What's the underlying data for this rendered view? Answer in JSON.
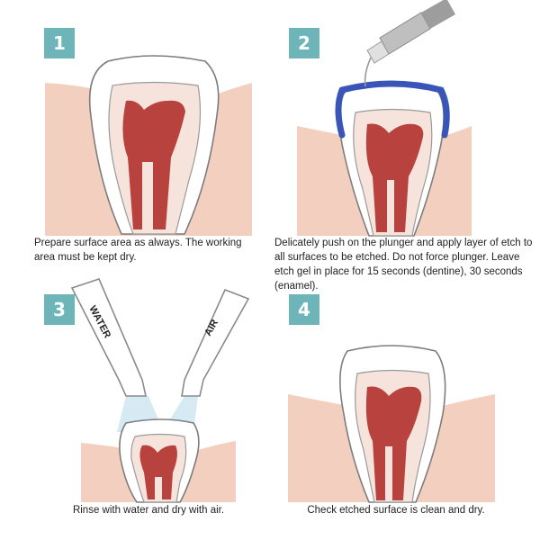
{
  "colors": {
    "badge": "#6db5b9",
    "gum": "#f3cfc0",
    "enamel": "#ffffff",
    "dentine": "#f6e3db",
    "pulp": "#b8423e",
    "etch": "#3a55b8",
    "tool": "#bfbfbf",
    "spray": "#cfe6f1"
  },
  "steps": [
    {
      "number": "1",
      "caption": "Prepare surface area as always. The working area must be kept dry."
    },
    {
      "number": "2",
      "caption": "Delicately push on the plunger and apply layer of etch to all surfaces to be etched. Do not force plunger. Leave etch gel in place for 15 seconds (dentine), 30 seconds (enamel)."
    },
    {
      "number": "3",
      "caption": "Rinse with water and dry with air.",
      "tool_left": "WATER",
      "tool_right": "AIR"
    },
    {
      "number": "4",
      "caption": "Check etched surface is clean and dry."
    }
  ]
}
